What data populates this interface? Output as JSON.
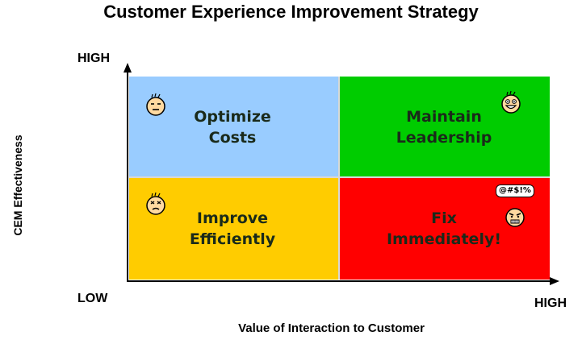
{
  "title": "Customer Experience Improvement Strategy",
  "y_axis": {
    "label": "CEM Effectiveness",
    "high": "HIGH",
    "low": "LOW"
  },
  "x_axis": {
    "label": "Value of Interaction to Customer",
    "high": "HIGH"
  },
  "quadrants": {
    "top_left": {
      "line1": "Optimize",
      "line2": "Costs",
      "color": "#99ccff",
      "face": "neutral-face-icon"
    },
    "top_right": {
      "line1": "Maintain",
      "line2": "Leadership",
      "color": "#00cc00",
      "face": "happy-face-icon"
    },
    "bottom_left": {
      "line1": "Improve",
      "line2": "Efficiently",
      "color": "#ffcc00",
      "face": "frustrated-face-icon"
    },
    "bottom_right": {
      "line1": "Fix",
      "line2": "Immediately!",
      "color": "#ff0000",
      "face": "angry-face-icon",
      "curse": "@#$!%"
    }
  }
}
